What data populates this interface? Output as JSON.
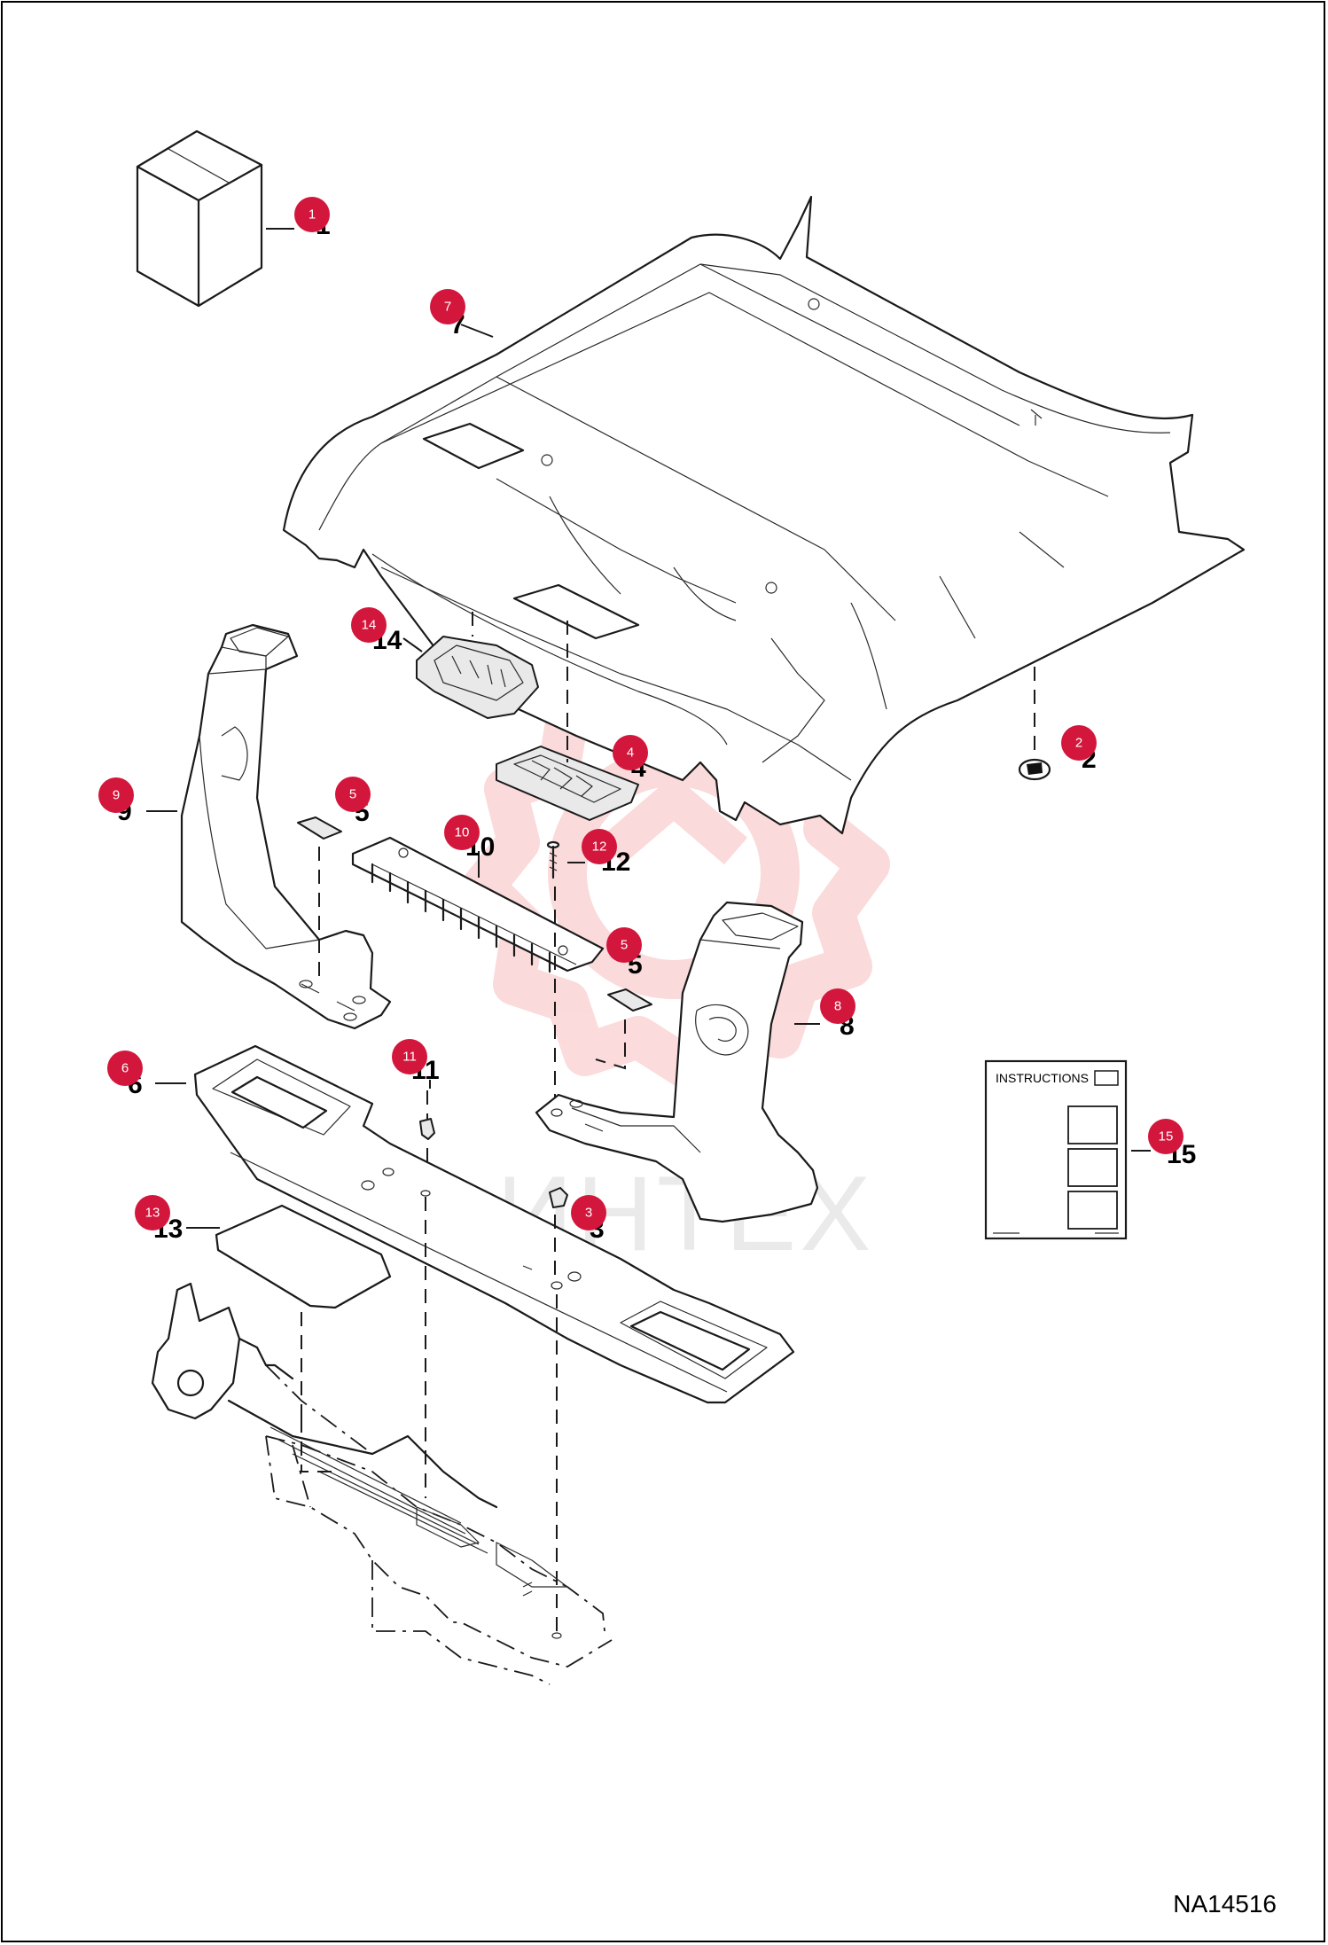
{
  "drawing_id": "NA14516",
  "watermark": "ИНТЕХ",
  "instructions_label": "INSTRUCTIONS",
  "callouts": [
    {
      "id": "1",
      "label": "1",
      "badge": "1"
    },
    {
      "id": "2",
      "label": "2",
      "badge": "2"
    },
    {
      "id": "3a",
      "label": "3",
      "badge": "3"
    },
    {
      "id": "4",
      "label": "4",
      "badge": "4"
    },
    {
      "id": "5a",
      "label": "5",
      "badge": "5"
    },
    {
      "id": "5b",
      "label": "5",
      "badge": "5"
    },
    {
      "id": "6",
      "label": "6",
      "badge": "6"
    },
    {
      "id": "7",
      "label": "7",
      "badge": "7"
    },
    {
      "id": "8",
      "label": "8",
      "badge": "8"
    },
    {
      "id": "9",
      "label": "9",
      "badge": "9"
    },
    {
      "id": "10",
      "label": "10",
      "badge": "10"
    },
    {
      "id": "11",
      "label": "11",
      "badge": "11"
    },
    {
      "id": "12",
      "label": "12",
      "badge": "12"
    },
    {
      "id": "13",
      "label": "13",
      "badge": "13"
    },
    {
      "id": "14",
      "label": "14",
      "badge": "14"
    },
    {
      "id": "15",
      "label": "15",
      "badge": "15"
    }
  ],
  "colors": {
    "badge": "#d3163b",
    "line": "#1a1a1a",
    "watermark": "#f1a9a9"
  }
}
